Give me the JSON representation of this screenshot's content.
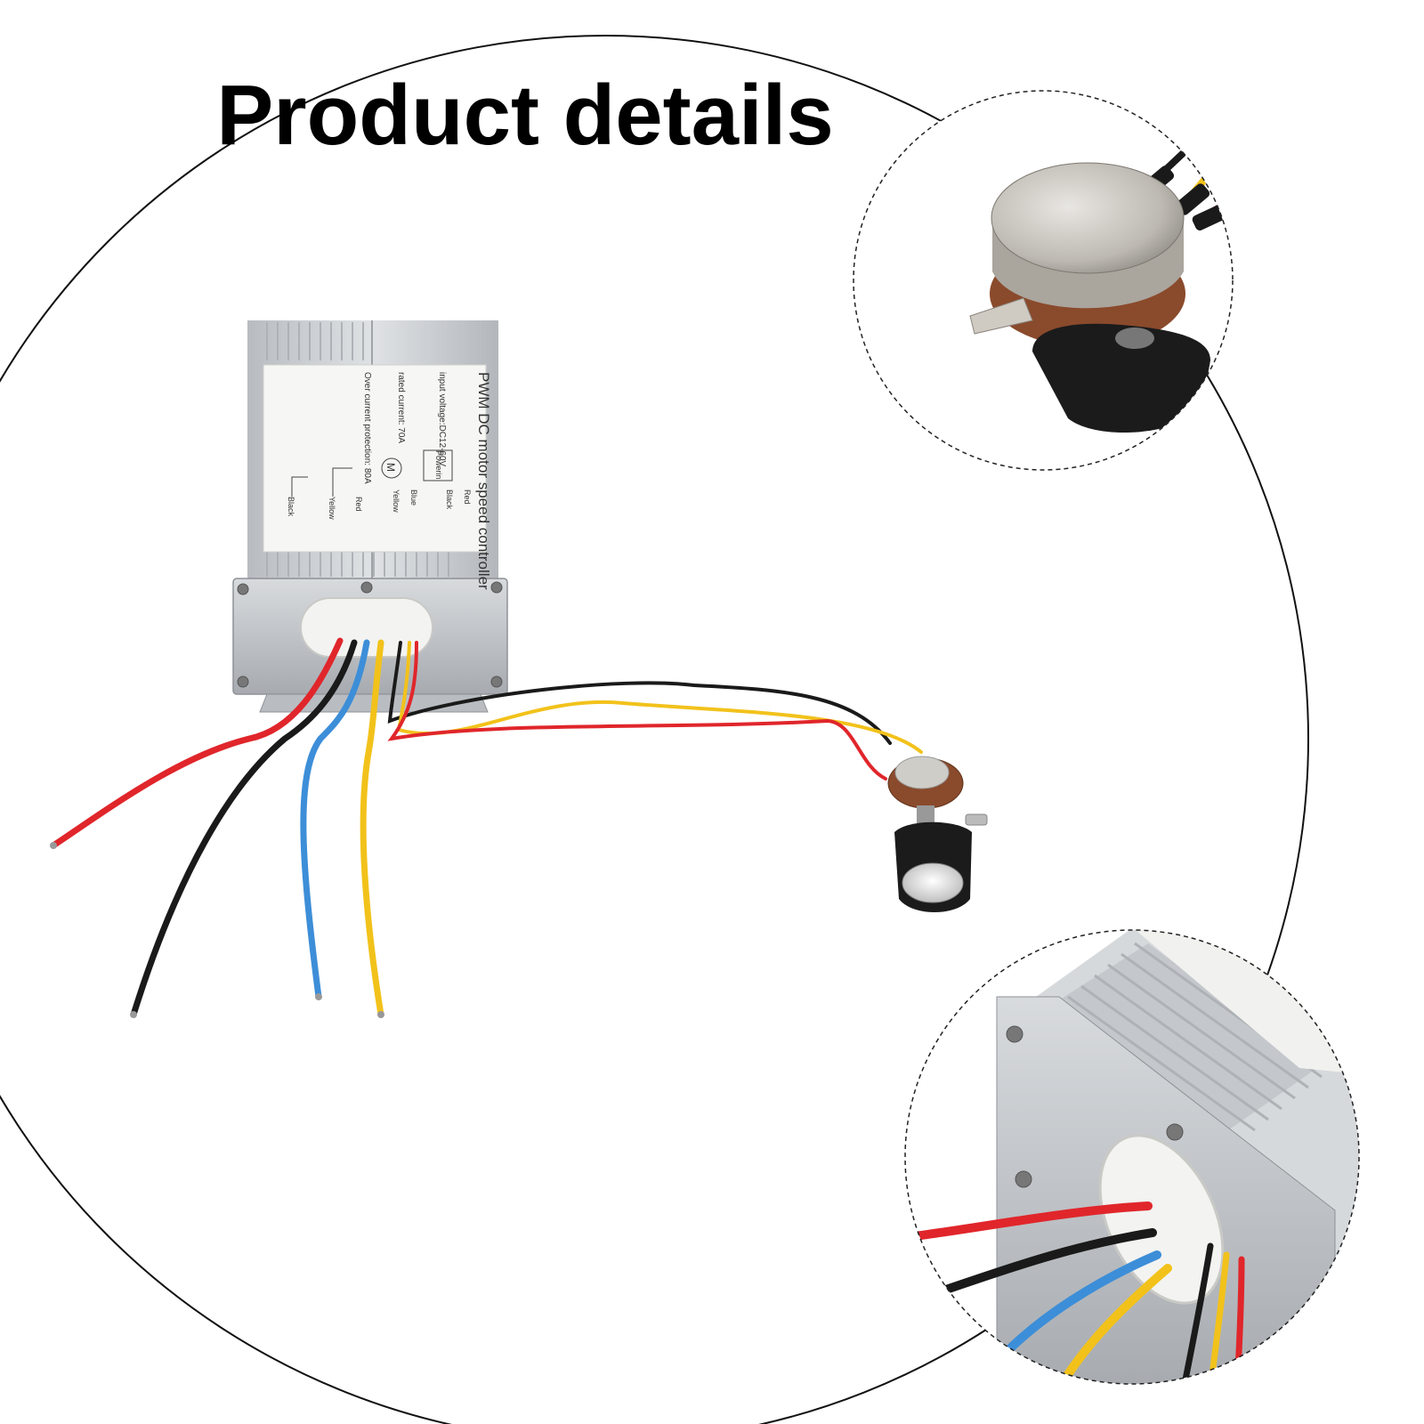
{
  "heading": "Product details",
  "controller_label": {
    "title": "PWM DC motor speed controller",
    "input_voltage": "input voltage:DC12-60V",
    "rated_current": "rated current: 70A",
    "over_current": "Over current protection: 80A",
    "power_label": "Powerin",
    "motor_symbol": "M",
    "wire_red_1": "Red",
    "wire_black_1": "Black",
    "wire_blue": "Blue",
    "wire_yellow_1": "Yellow",
    "wire_red_2": "Red",
    "wire_yellow_2": "Yellow",
    "wire_black_2": "Black"
  },
  "colors": {
    "wire_red": "#e0262b",
    "wire_black": "#1a1a1a",
    "wire_blue": "#3d8ed8",
    "wire_yellow": "#f2c21b",
    "housing": "#cfd2d6",
    "housing_dark": "#a9adb2",
    "label_bg": "#f4f4f2",
    "knob": "#1b1b1b",
    "pot_body": "#8a4a2c"
  }
}
